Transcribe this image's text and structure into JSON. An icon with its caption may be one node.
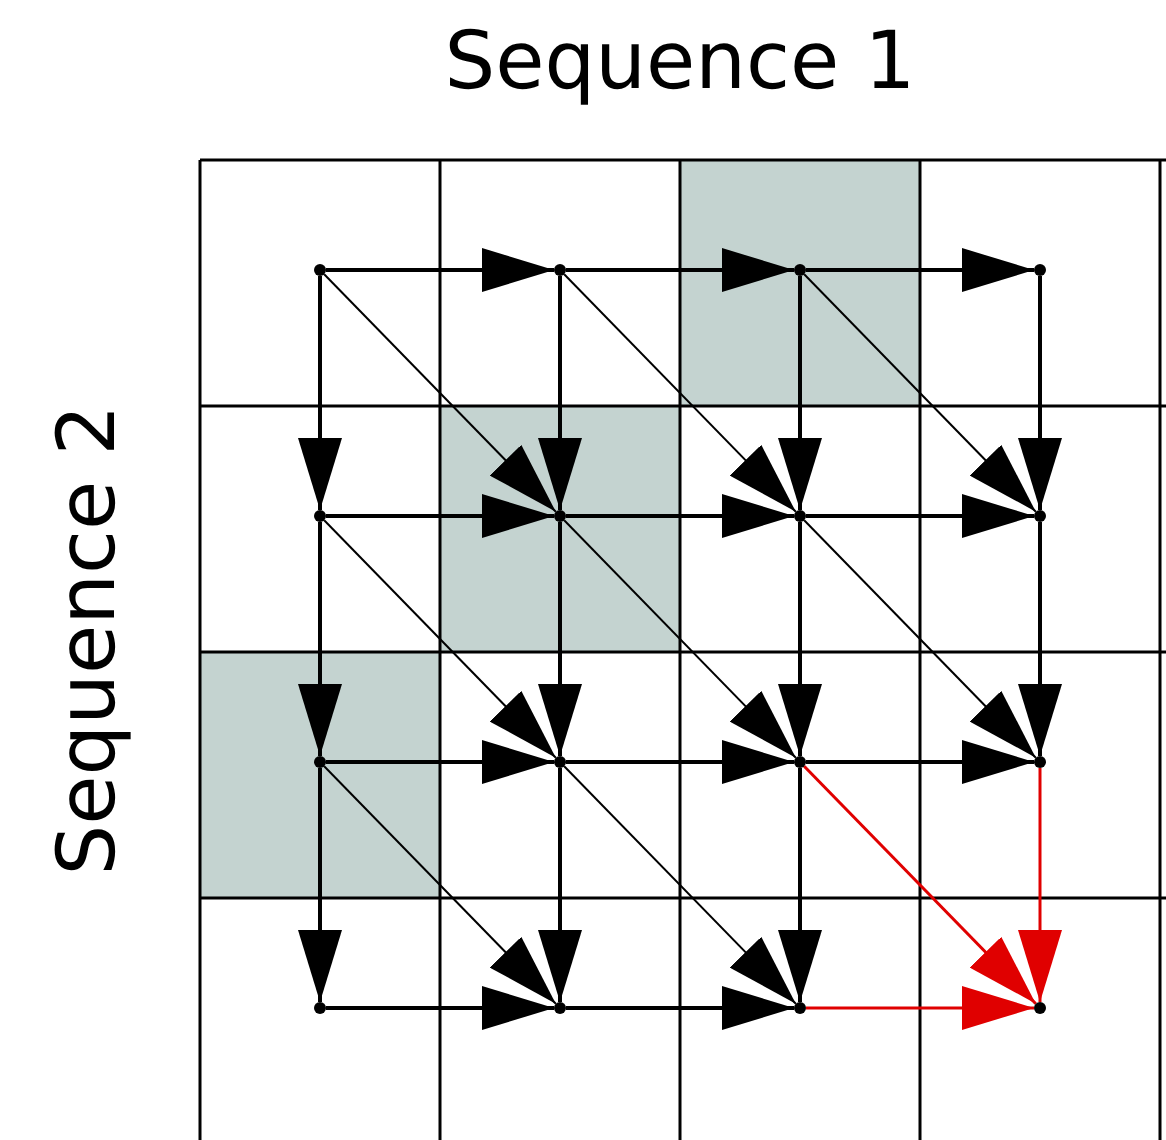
{
  "diagram": {
    "nodes": [
      {
        "text": [],
        "shape": "point"
      },
      {
        "text": [],
        "shape": "point"
      },
      {
        "text": [],
        "shape": "point"
      },
      {
        "text": [],
        "shape": "point"
      },
      {
        "text": [],
        "shape": "point"
      },
      {
        "text": [],
        "shape": "point"
      },
      {
        "text": [],
        "shape": "point"
      },
      {
        "text": [],
        "shape": "point"
      },
      {
        "text": [],
        "shape": "point"
      },
      {
        "text": [],
        "shape": "point"
      },
      {
        "text": [],
        "shape": "point"
      },
      {
        "text": [],
        "shape": "point"
      },
      {
        "text": [],
        "shape": "point"
      },
      {
        "text": [],
        "shape": "point"
      },
      {
        "text": [],
        "shape": "point"
      },
      {
        "text": [],
        "shape": "point"
      }
    ],
    "edges": [
      {
        "from": 0,
        "to": 1,
        "arrow": "to"
      },
      {
        "from": 0,
        "to": 4,
        "arrow": "to"
      },
      {
        "from": 0,
        "to": 5,
        "arrow": "to"
      },
      {
        "from": 1,
        "to": 2,
        "arrow": "to"
      },
      {
        "from": 1,
        "to": 5,
        "arrow": "to"
      },
      {
        "from": 1,
        "to": 6,
        "arrow": "to"
      },
      {
        "from": 2,
        "to": 3,
        "arrow": "to"
      },
      {
        "from": 2,
        "to": 6,
        "arrow": "to"
      },
      {
        "from": 2,
        "to": 7,
        "arrow": "to"
      },
      {
        "from": 3,
        "to": 7,
        "arrow": "to"
      },
      {
        "from": 4,
        "to": 5,
        "arrow": "to"
      },
      {
        "from": 4,
        "to": 8,
        "arrow": "to"
      },
      {
        "from": 4,
        "to": 9,
        "arrow": "to"
      },
      {
        "from": 5,
        "to": 6,
        "arrow": "to"
      },
      {
        "from": 5,
        "to": 9,
        "arrow": "to"
      },
      {
        "from": 5,
        "to": 10,
        "arrow": "to"
      },
      {
        "from": 6,
        "to": 7,
        "arrow": "to"
      },
      {
        "from": 6,
        "to": 10,
        "arrow": "to"
      },
      {
        "from": 6,
        "to": 11,
        "arrow": "to"
      },
      {
        "from": 7,
        "to": 11,
        "arrow": "to"
      },
      {
        "from": 8,
        "to": 9,
        "arrow": "to"
      },
      {
        "from": 8,
        "to": 12,
        "arrow": "to"
      },
      {
        "from": 8,
        "to": 13,
        "arrow": "to"
      },
      {
        "from": 9,
        "to": 10,
        "arrow": "to"
      },
      {
        "from": 9,
        "to": 13,
        "arrow": "to"
      },
      {
        "from": 9,
        "to": 14,
        "arrow": "to"
      },
      {
        "from": 10,
        "to": 11,
        "arrow": "to"
      },
      {
        "from": 10,
        "to": 14,
        "arrow": "to"
      },
      {
        "from": 10,
        "to": 15,
        "arrow": "to",
        "color": "#e00000"
      },
      {
        "from": 11,
        "to": 15,
        "arrow": "to",
        "color": "#e00000"
      },
      {
        "from": 12,
        "to": 13,
        "arrow": "to"
      },
      {
        "from": 13,
        "to": 14,
        "arrow": "to"
      },
      {
        "from": 14,
        "to": 15,
        "arrow": "to",
        "color": "#e00000"
      }
    ],
    "labels": [
      "Sequence 1",
      "Sequence 2"
    ]
  }
}
